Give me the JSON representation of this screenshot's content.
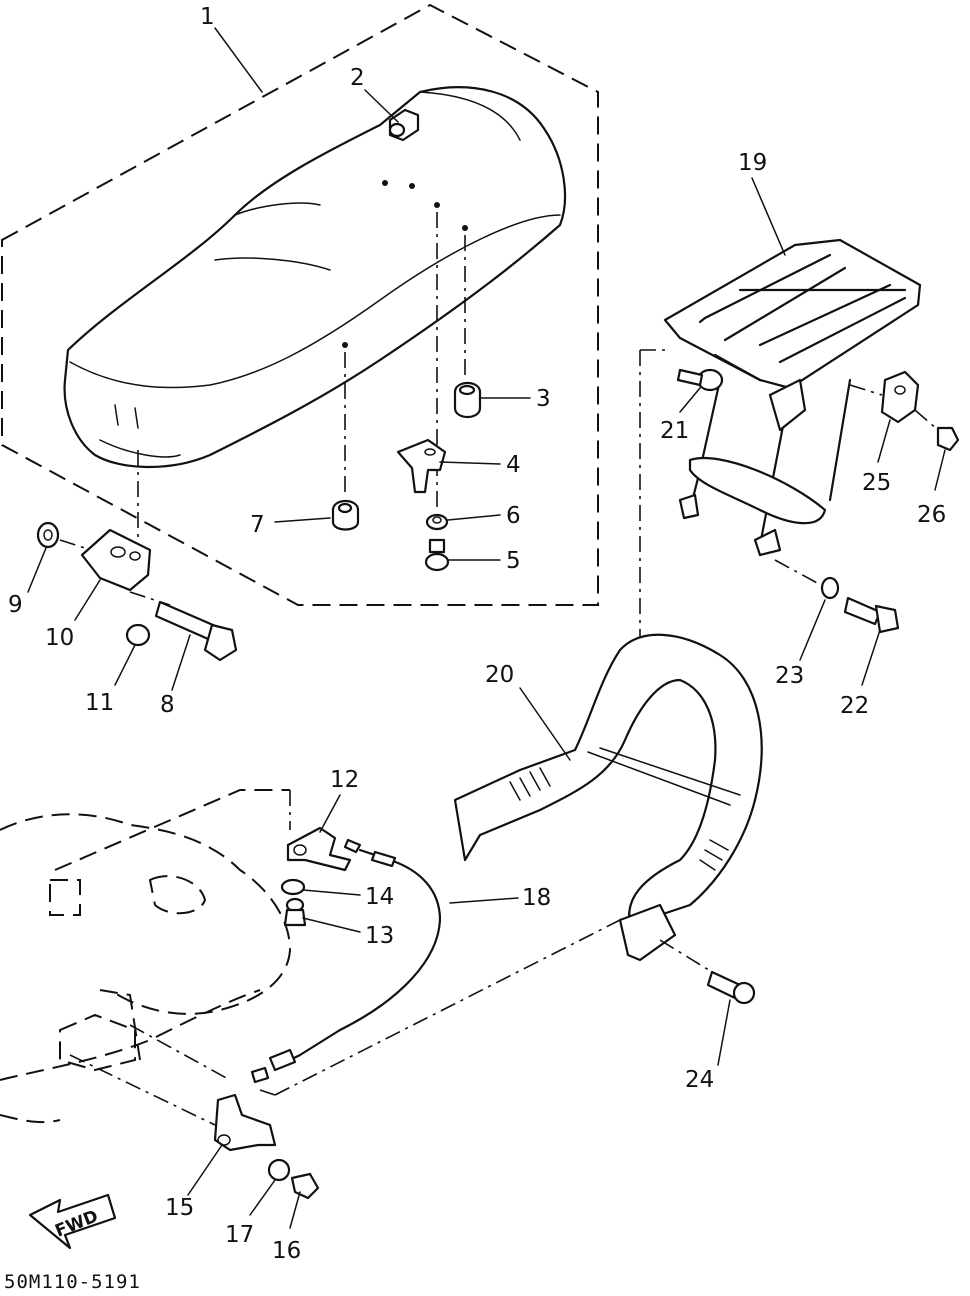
{
  "labels": {
    "p1": "1",
    "p2": "2",
    "p3": "3",
    "p4": "4",
    "p5": "5",
    "p6": "6",
    "p7": "7",
    "p8": "8",
    "p9": "9",
    "p10": "10",
    "p11": "11",
    "p12": "12",
    "p13": "13",
    "p14": "14",
    "p15": "15",
    "p16": "16",
    "p17": "17",
    "p18": "18",
    "p19": "19",
    "p20": "20",
    "p21": "21",
    "p22": "22",
    "p23": "23",
    "p24": "24",
    "p25": "25",
    "p26": "26"
  },
  "direction_label": "FWD",
  "diagram_code": "50M110-5191"
}
